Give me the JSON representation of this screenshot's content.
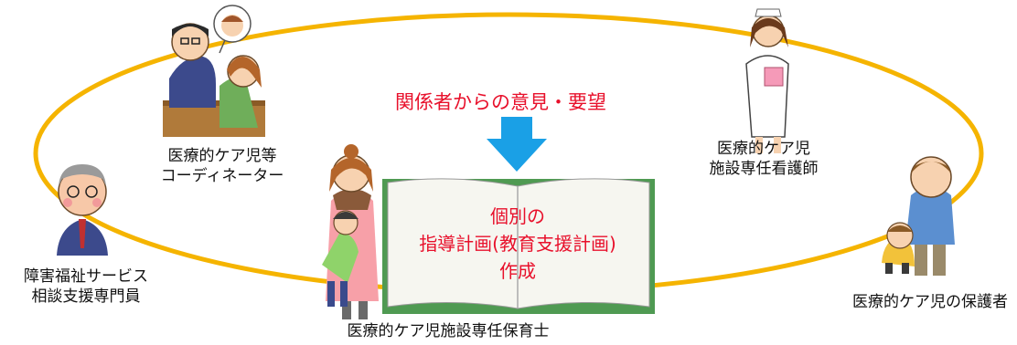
{
  "center": {
    "opinions_title": "関係者からの意見・要望",
    "book_line1": "個別の",
    "book_line2": "指導計画(教育支援計画)",
    "book_line3": "作成"
  },
  "roles": {
    "coordinator_line1": "医療的ケア児等",
    "coordinator_line2": "コーディネーター",
    "nurse_line1": "医療的ケア児",
    "nurse_line2": "施設専任看護師",
    "welfare_line1": "障害福祉サービス",
    "welfare_line2": "相談支援専門員",
    "nursery_teacher": "医療的ケア児施設専任保育士",
    "guardian": "医療的ケア児の保護者"
  },
  "colors": {
    "ellipse": "#f5b400",
    "arrow": "#1aa0e6",
    "accent_text": "#e8102b",
    "book_cover": "#4f9a52"
  }
}
